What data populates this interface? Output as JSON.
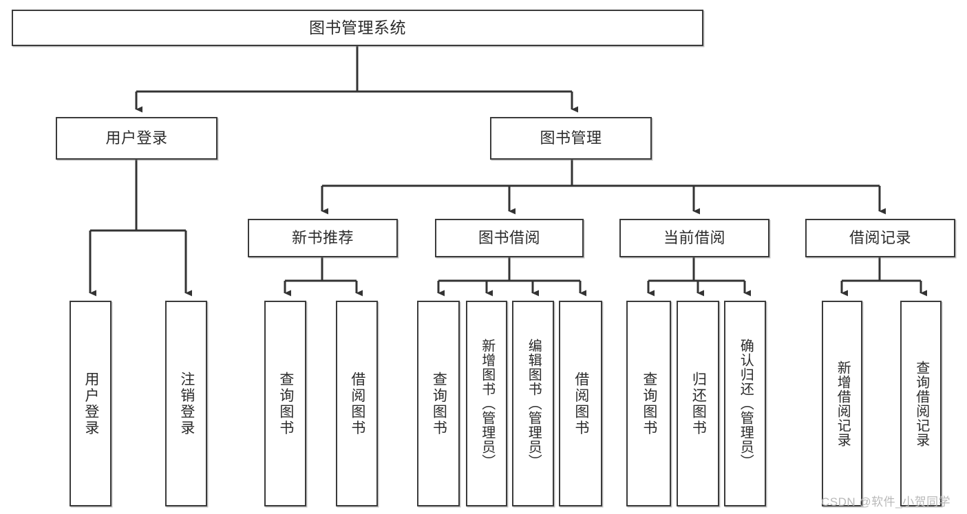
{
  "diagram": {
    "title": "图书管理系统",
    "type": "tree-hierarchy-diagram",
    "colors": {
      "node_border": "#3a3a3a",
      "node_fill": "#ffffff",
      "edge": "#333333",
      "text": "#2b2b2b",
      "watermark": "#b9b9b9"
    },
    "root": {
      "label": "图书管理系统"
    },
    "level2": [
      {
        "label": "用户登录"
      },
      {
        "label": "图书管理"
      }
    ],
    "level3": [
      {
        "label": "新书推荐"
      },
      {
        "label": "图书借阅"
      },
      {
        "label": "当前借阅"
      },
      {
        "label": "借阅记录"
      }
    ],
    "leaves": {
      "user_login": [
        {
          "label": "用户登录"
        },
        {
          "label": "注销登录"
        }
      ],
      "new_book_recommend": [
        {
          "label": "查询图书"
        },
        {
          "label": "借阅图书"
        }
      ],
      "book_borrow": [
        {
          "label": "查询图书"
        },
        {
          "label": "新增图书（管理员）"
        },
        {
          "label": "编辑图书（管理员）"
        },
        {
          "label": "借阅图书"
        }
      ],
      "current_borrow": [
        {
          "label": "查询图书"
        },
        {
          "label": "归还图书"
        },
        {
          "label": "确认归还（管理员）"
        }
      ],
      "borrow_record": [
        {
          "label": "新增借阅记录"
        },
        {
          "label": "查询借阅记录"
        }
      ]
    },
    "watermark": "CSDN @软件_小贺同学"
  }
}
